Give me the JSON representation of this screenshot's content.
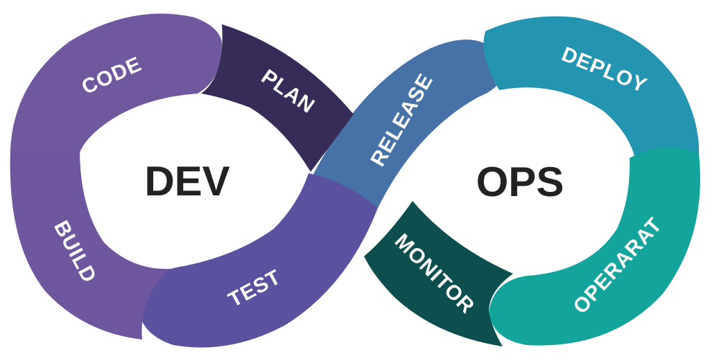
{
  "diagram": {
    "left_title": "DEV",
    "right_title": "OPS",
    "stages": {
      "code": {
        "label": "CODE",
        "color": "#70589f"
      },
      "plan": {
        "label": "PLAN",
        "color": "#372b57"
      },
      "release": {
        "label": "RELEASE",
        "color": "#4672a8"
      },
      "deploy": {
        "label": "DEPLOY",
        "color": "#2395b0"
      },
      "operate": {
        "label": "OPERARAT",
        "color": "#13a49c"
      },
      "monitor": {
        "label": "MONITOR",
        "color": "#0d4e4e"
      },
      "test": {
        "label": "TEST",
        "color": "#5a519f"
      },
      "build": {
        "label": "BUILD",
        "color": "#6f57a0"
      }
    }
  }
}
